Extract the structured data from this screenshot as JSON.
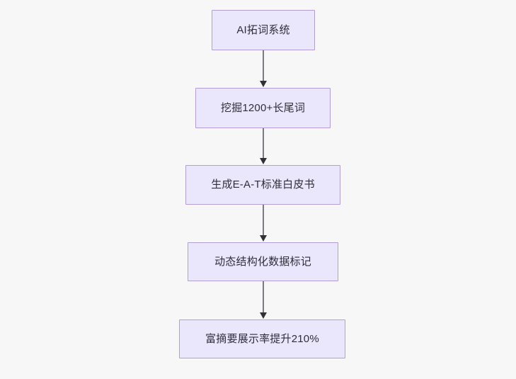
{
  "diagram": {
    "type": "flowchart",
    "direction": "top-to-bottom",
    "background_color": "#f7f7f8",
    "node_fill_color": "#eae6fb",
    "node_border_color": "#b39ddb",
    "node_text_color": "#2f2f3a",
    "edge_line_color": "#7b7b85",
    "edge_arrow_color": "#303036",
    "nodes": [
      {
        "id": "node-1",
        "label": "AI拓词系统"
      },
      {
        "id": "node-2",
        "label": "挖掘1200+长尾词"
      },
      {
        "id": "node-3",
        "label": "生成E-A-T标准白皮书"
      },
      {
        "id": "node-4",
        "label": "动态结构化数据标记"
      },
      {
        "id": "node-5",
        "label": "富摘要展示率提升210%"
      }
    ],
    "edges": [
      {
        "id": "edge-1",
        "from": "node-1",
        "to": "node-2",
        "label": ""
      },
      {
        "id": "edge-2",
        "from": "node-2",
        "to": "node-3",
        "label": ""
      },
      {
        "id": "edge-3",
        "from": "node-3",
        "to": "node-4",
        "label": ""
      },
      {
        "id": "edge-4",
        "from": "node-4",
        "to": "node-5",
        "label": ""
      }
    ]
  }
}
